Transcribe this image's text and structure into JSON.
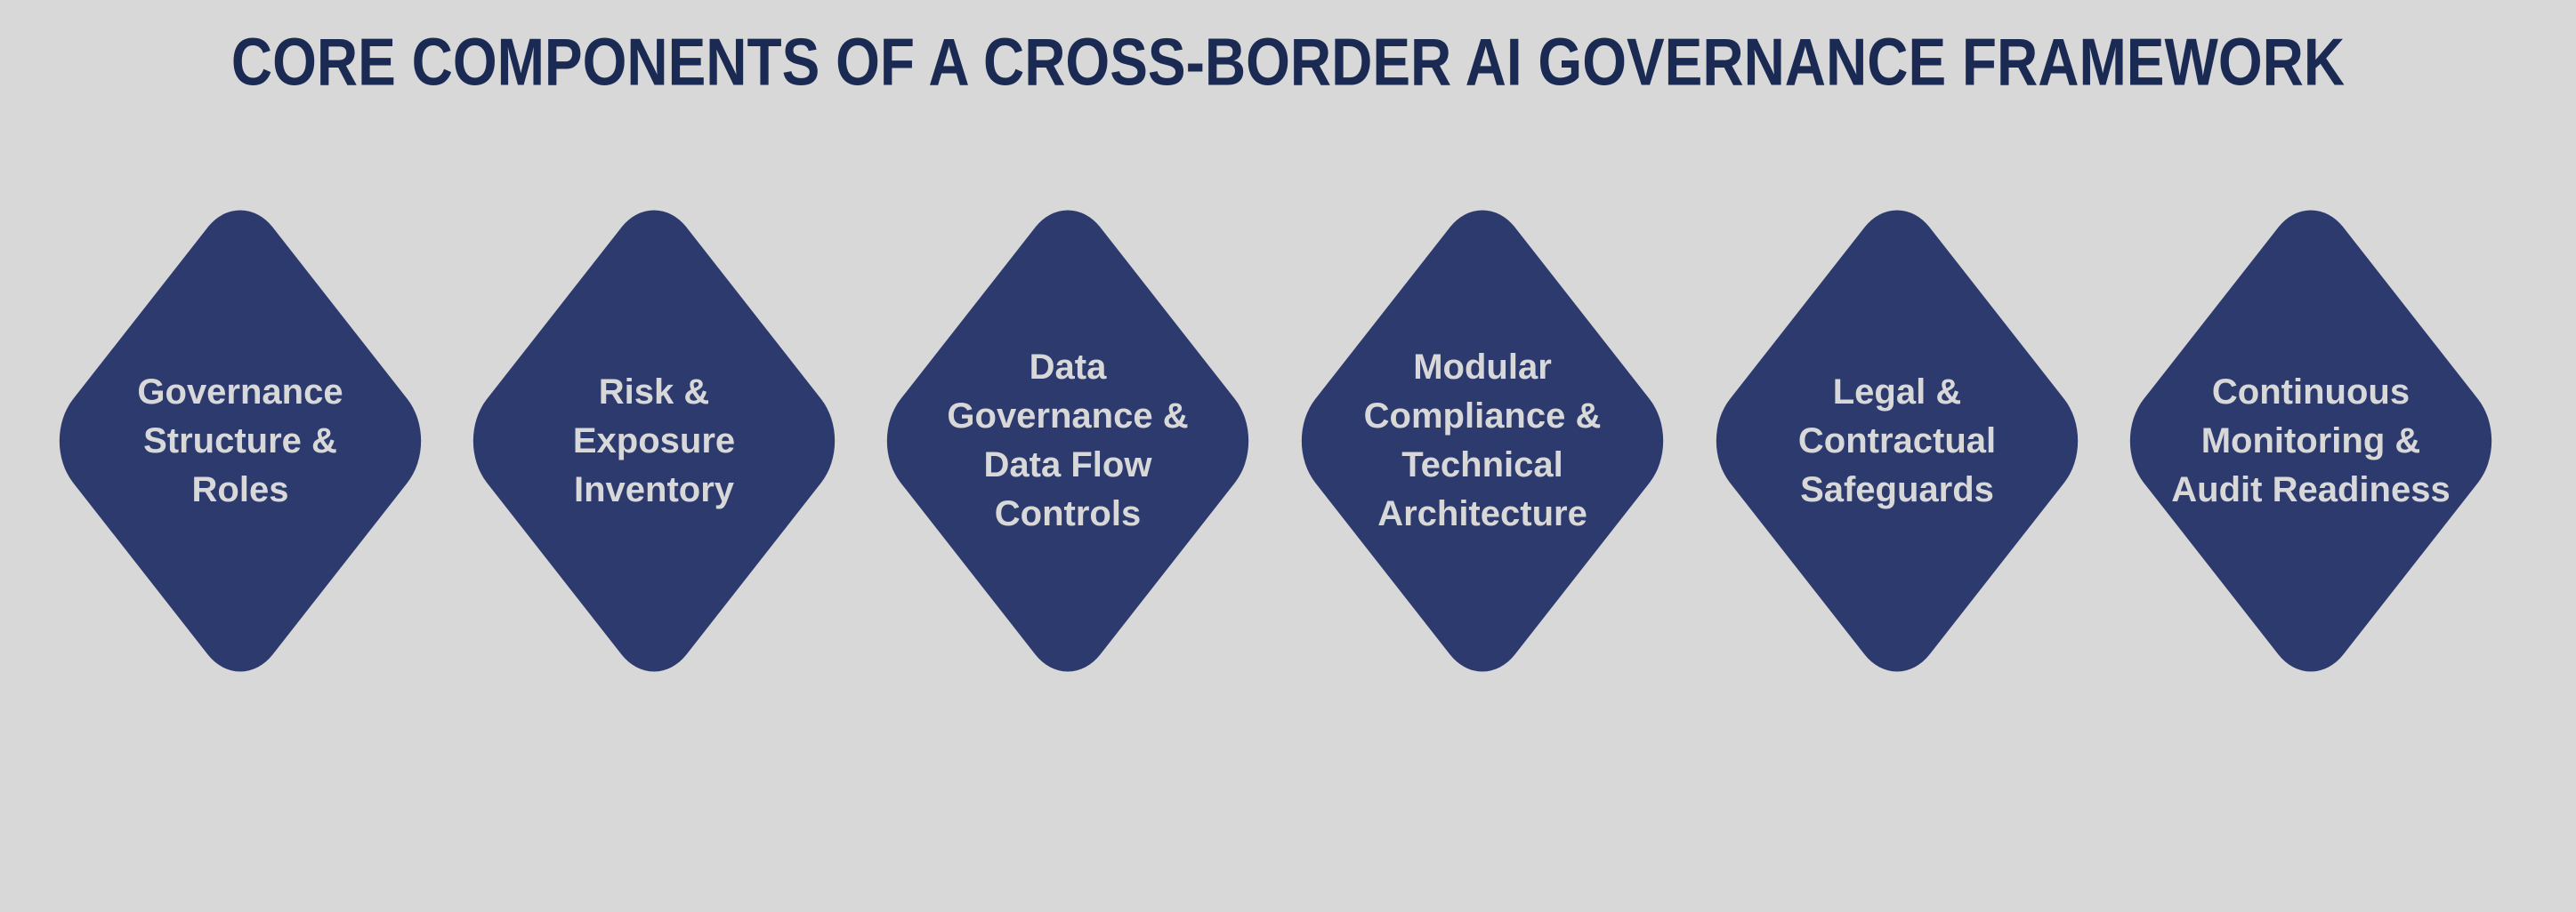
{
  "title": "CORE COMPONENTS OF A CROSS-BORDER AI GOVERNANCE FRAMEWORK",
  "colors": {
    "background": "#d8d8d8",
    "title_text": "#1a2a52",
    "diamond_fill": "#2d3a6e",
    "diamond_text": "#d8d8d8"
  },
  "diamonds": [
    {
      "label": "Governance\nStructure &\nRoles"
    },
    {
      "label": "Risk &\nExposure\nInventory"
    },
    {
      "label": "Data\nGovernance &\nData Flow\nControls"
    },
    {
      "label": "Modular\nCompliance &\nTechnical\nArchitecture"
    },
    {
      "label": "Legal &\nContractual\nSafeguards"
    },
    {
      "label": "Continuous\nMonitoring &\nAudit Readiness"
    }
  ]
}
